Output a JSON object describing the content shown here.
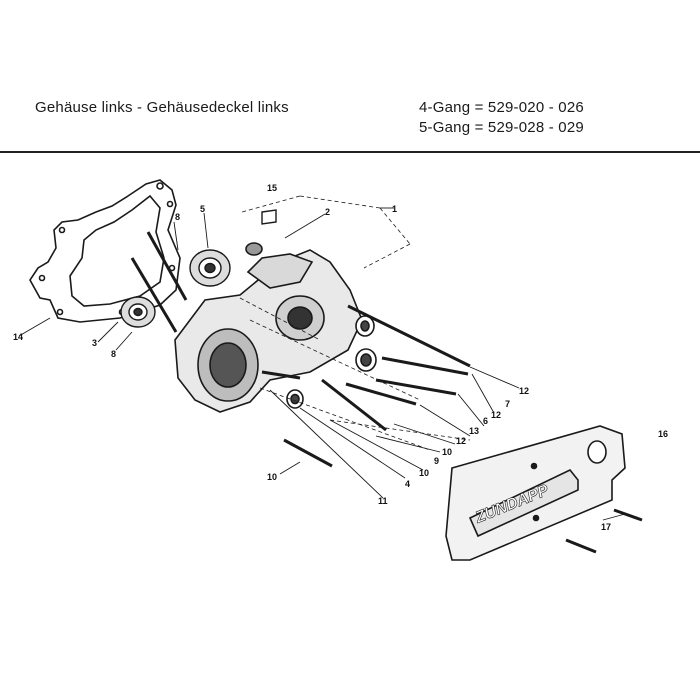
{
  "header": {
    "title": "Gehäuse links - Gehäusedeckel links",
    "gear4": "4-Gang = 529-020 - 026",
    "gear5": "5-Gang = 529-028 - 029"
  },
  "cover_logo": "ZUNDAPP",
  "callouts": {
    "c1": "1",
    "c2": "2",
    "c3": "3",
    "c4": "4",
    "c5": "5",
    "c6": "6",
    "c7": "7",
    "c8a": "8",
    "c8b": "8",
    "c9": "9",
    "c10a": "10",
    "c10b": "10",
    "c10c": "10",
    "c11": "11",
    "c12a": "12",
    "c12b": "12",
    "c12c": "12",
    "c13": "13",
    "c14": "14",
    "c15": "15",
    "c16": "16",
    "c17": "17"
  },
  "colors": {
    "ink": "#1a1a1a",
    "paper": "#ffffff",
    "cover": "#f2f2f2"
  }
}
